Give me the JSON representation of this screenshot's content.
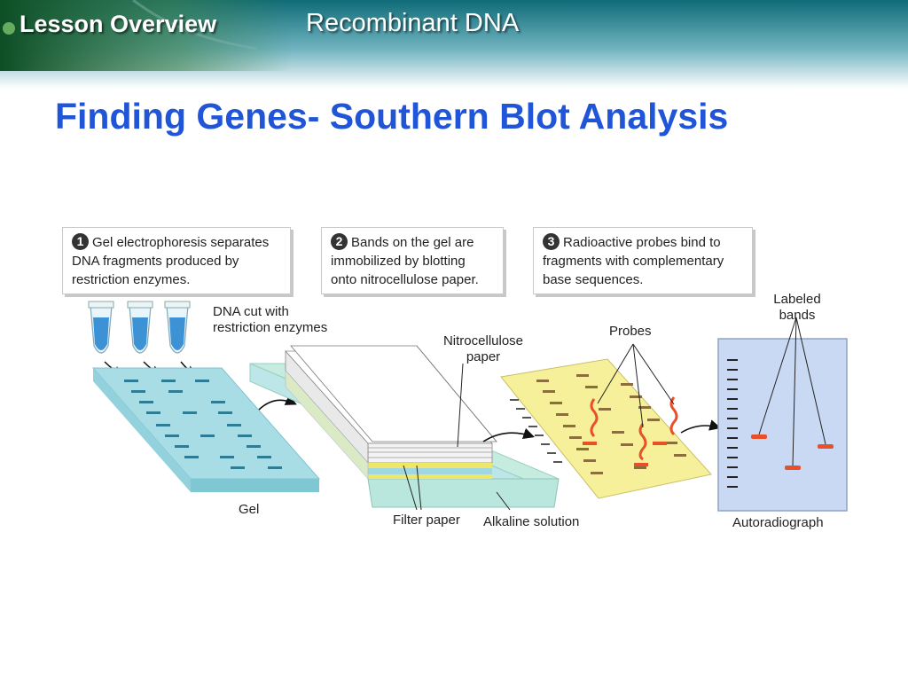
{
  "header": {
    "section": "Lesson Overview",
    "topic": "Recombinant DNA"
  },
  "slide": {
    "title": "Finding Genes- Southern Blot Analysis"
  },
  "steps": [
    {
      "number": "1",
      "lines": [
        "Gel electrophoresis separates",
        "DNA fragments produced by",
        "restriction enzymes."
      ]
    },
    {
      "number": "2",
      "lines": [
        "Bands on the gel are",
        "immobilized by blotting",
        "onto nitrocellulose paper."
      ]
    },
    {
      "number": "3",
      "lines": [
        "Radioactive probes bind to",
        "fragments with complementary",
        "base sequences."
      ]
    }
  ],
  "labels": {
    "dna_cut": [
      "DNA cut with",
      "restriction enzymes"
    ],
    "gel": "Gel",
    "nitrocellulose": [
      "Nitrocellulose",
      "paper"
    ],
    "filter_paper": "Filter paper",
    "alkaline_solution": "Alkaline solution",
    "probes": "Probes",
    "labeled_bands": [
      "Labeled",
      "bands"
    ],
    "autoradiograph": "Autoradiograph"
  },
  "colors": {
    "title": "#1f55d6",
    "gel": "#a8dde6",
    "nitro_paper": "#f6f09a",
    "probe_band": "#e8502a",
    "autorad_panel": "#c9d9f4"
  }
}
